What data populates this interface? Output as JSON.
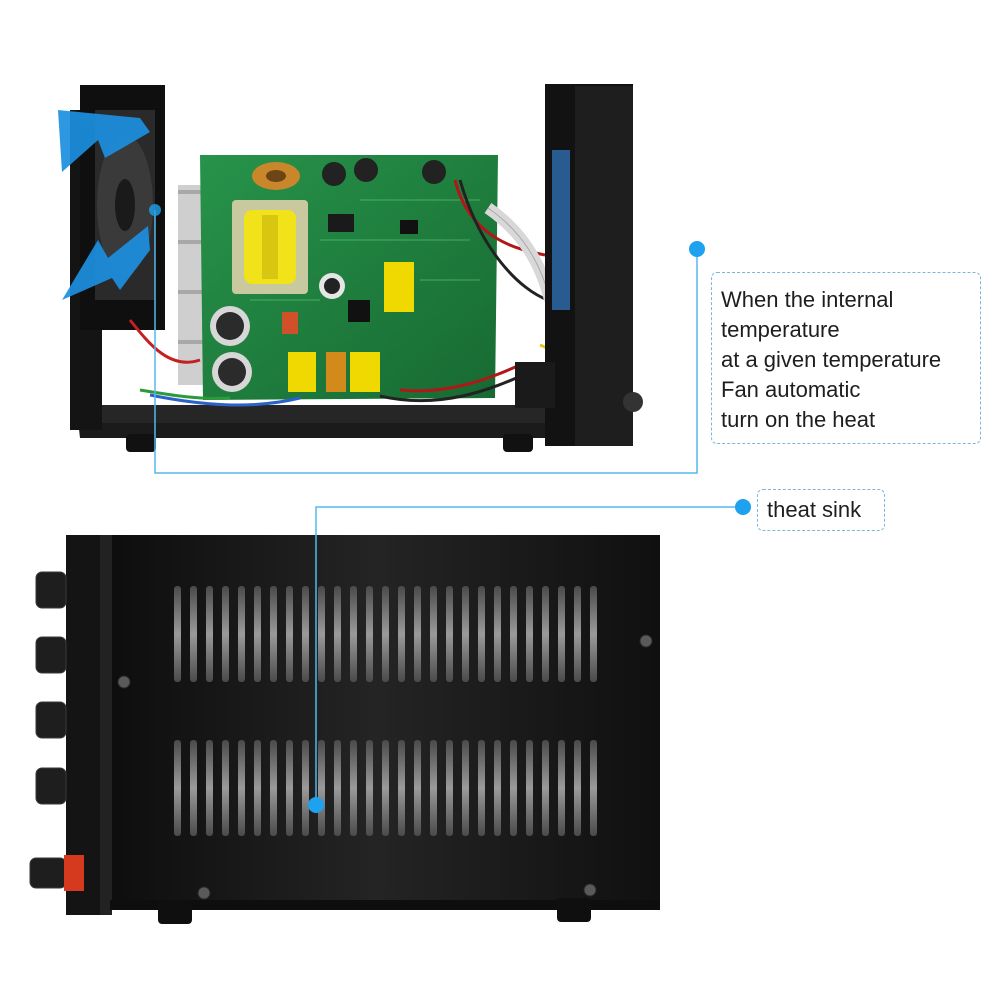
{
  "callouts": {
    "fan": {
      "lines": [
        "When the internal",
        "temperature",
        "at a given temperature",
        "Fan automatic",
        "turn on the heat"
      ]
    },
    "heat_sink": {
      "label": "theat sink"
    }
  },
  "colors": {
    "accent": "#1ea1ee",
    "leader_line": "#55b8ec",
    "callout_border": "#7fb6d8",
    "case_black": "#151515",
    "pcb_green": "#1d7a3a",
    "fan_arrow": "#1c8fe0",
    "terminal_red": "#d63a1e"
  },
  "icons": [
    "fan-airflow-arrow-icon",
    "callout-dot-icon",
    "screw-icon"
  ]
}
